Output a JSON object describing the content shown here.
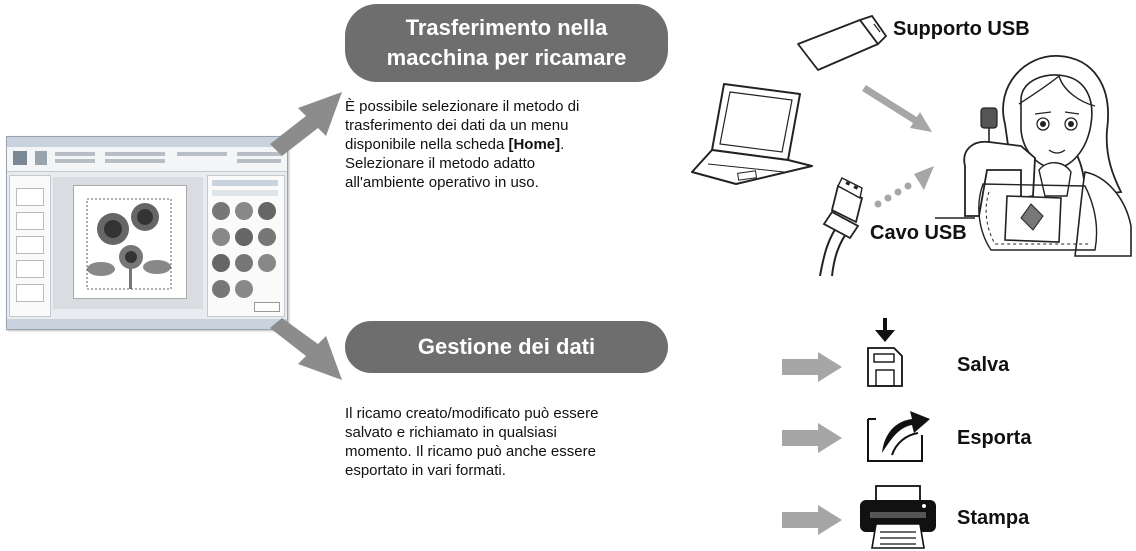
{
  "transfer": {
    "title_line1": "Trasferimento nella",
    "title_line2": "macchina per ricamare",
    "desc_line1": "È possibile selezionare il metodo di",
    "desc_line2": "trasferimento dei dati da un menu",
    "desc_line3_pre": "disponibile nella scheda ",
    "desc_line3_bold": "[Home]",
    "desc_line3_post": ".",
    "desc_line4": "Selezionare il metodo adatto",
    "desc_line5": "all'ambiente operativo in uso.",
    "usb_stick_label": "Supporto USB",
    "usb_cable_label": "Cavo USB"
  },
  "management": {
    "title": "Gestione dei dati",
    "desc_line1": "Il ricamo creato/modificato può essere",
    "desc_line2": "salvato e richiamato in qualsiasi",
    "desc_line3": "momento. Il ricamo può anche essere",
    "desc_line4": "esportato in vari formati.",
    "actions": [
      {
        "label": "Salva",
        "icon": "save-icon"
      },
      {
        "label": "Esporta",
        "icon": "export-icon"
      },
      {
        "label": "Stampa",
        "icon": "print-icon"
      }
    ]
  },
  "colors": {
    "pill": "#6e6e6e",
    "arrow": "#8c8c8c",
    "light_arrow": "#a6a6a6"
  }
}
